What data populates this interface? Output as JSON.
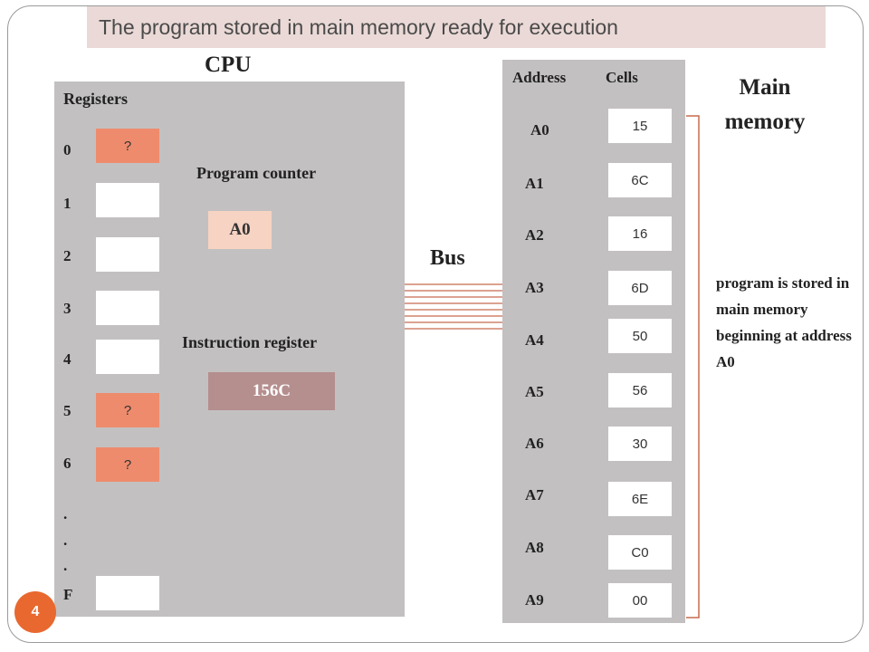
{
  "title": "The program stored in main memory ready for execution",
  "cpu": {
    "title": "CPU",
    "registers_title": "Registers",
    "registers": [
      {
        "label": "0",
        "value": "?"
      },
      {
        "label": "1",
        "value": ""
      },
      {
        "label": "2",
        "value": ""
      },
      {
        "label": "3",
        "value": ""
      },
      {
        "label": "4",
        "value": ""
      },
      {
        "label": "5",
        "value": "?"
      },
      {
        "label": "6",
        "value": "?"
      },
      {
        "label": "F",
        "value": ""
      }
    ],
    "ellipsis_dots": [
      ".",
      ".",
      "."
    ],
    "program_counter_label": "Program counter",
    "program_counter_value": "A0",
    "instruction_register_label": "Instruction register",
    "instruction_register_value": "156C"
  },
  "bus_label": "Bus",
  "memory": {
    "title_line1": "Main",
    "title_line2": "memory",
    "address_header": "Address",
    "cells_header": "Cells",
    "rows": [
      {
        "address": "A0",
        "cell": "15"
      },
      {
        "address": "A1",
        "cell": "6C"
      },
      {
        "address": "A2",
        "cell": "16"
      },
      {
        "address": "A3",
        "cell": "6D"
      },
      {
        "address": "A4",
        "cell": "50"
      },
      {
        "address": "A5",
        "cell": "56"
      },
      {
        "address": "A6",
        "cell": "30"
      },
      {
        "address": "A7",
        "cell": "6E"
      },
      {
        "address": "A8",
        "cell": "C0"
      },
      {
        "address": "A9",
        "cell": "00"
      }
    ]
  },
  "note": "program is stored in main memory beginning at address A0",
  "slide_number": "4",
  "colors": {
    "box_gray": "#c3c0c1",
    "highlight_cell": "#ee8b6d",
    "pc_fill": "#f7d3c3",
    "ir_fill": "#b58e8e",
    "bus_line": "#c86b4f",
    "title_bar": "#ead9d6",
    "slide_number_circle": "#e8682f"
  }
}
